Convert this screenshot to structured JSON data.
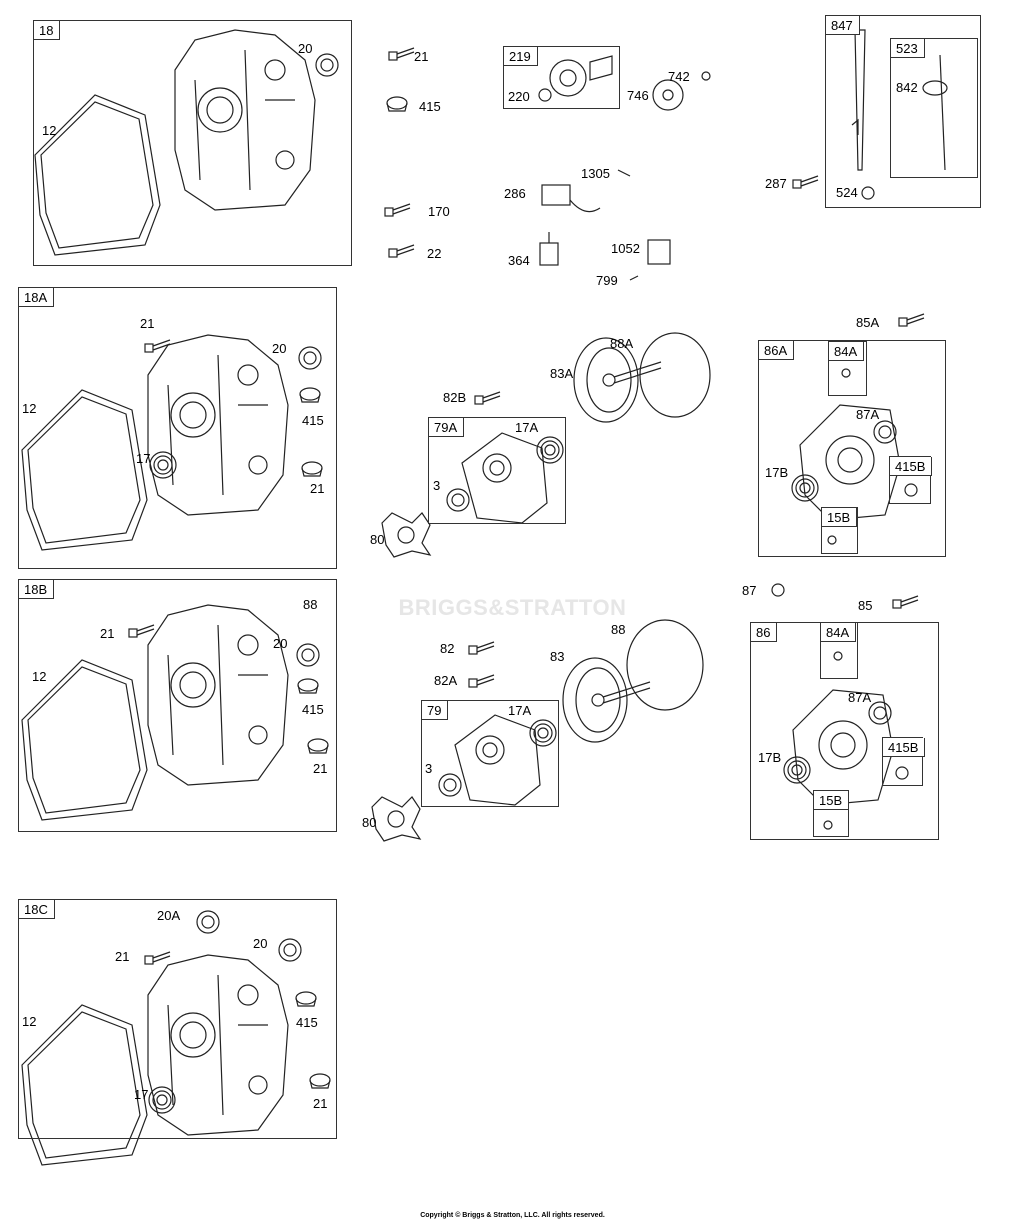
{
  "watermark": "BRIGGS&STRATTON",
  "copyright": "Copyright © Briggs & Stratton, LLC. All rights reserved.",
  "boxes": {
    "b18": "18",
    "b18a": "18A",
    "b18b": "18B",
    "b18c": "18C",
    "b219": "219",
    "b847": "847",
    "b523": "523",
    "b79a": "79A",
    "b79": "79",
    "b86a": "86A",
    "b84a_1": "84A",
    "b415b_1": "415B",
    "b15b_1": "15B",
    "b86": "86",
    "b84a_2": "84A",
    "b415b_2": "415B",
    "b15b_2": "15B"
  },
  "labels": {
    "s18": [
      "20",
      "12"
    ],
    "s18a": [
      "21",
      "20",
      "12",
      "415",
      "17",
      "21"
    ],
    "s18b": [
      "88",
      "21",
      "20",
      "12",
      "415",
      "21"
    ],
    "s18c": [
      "20A",
      "20",
      "21",
      "12",
      "415",
      "17",
      "21"
    ],
    "top": [
      "21",
      "415",
      "170",
      "22",
      "220",
      "746",
      "742",
      "286",
      "1305",
      "364",
      "1052",
      "799",
      "842",
      "287",
      "524"
    ],
    "mid": [
      "88A",
      "83A",
      "82B",
      "17A",
      "3",
      "80",
      "85A",
      "87A",
      "17B"
    ],
    "low": [
      "87",
      "85",
      "88",
      "82",
      "83",
      "82A",
      "17A",
      "3",
      "80",
      "87A",
      "17B"
    ]
  }
}
